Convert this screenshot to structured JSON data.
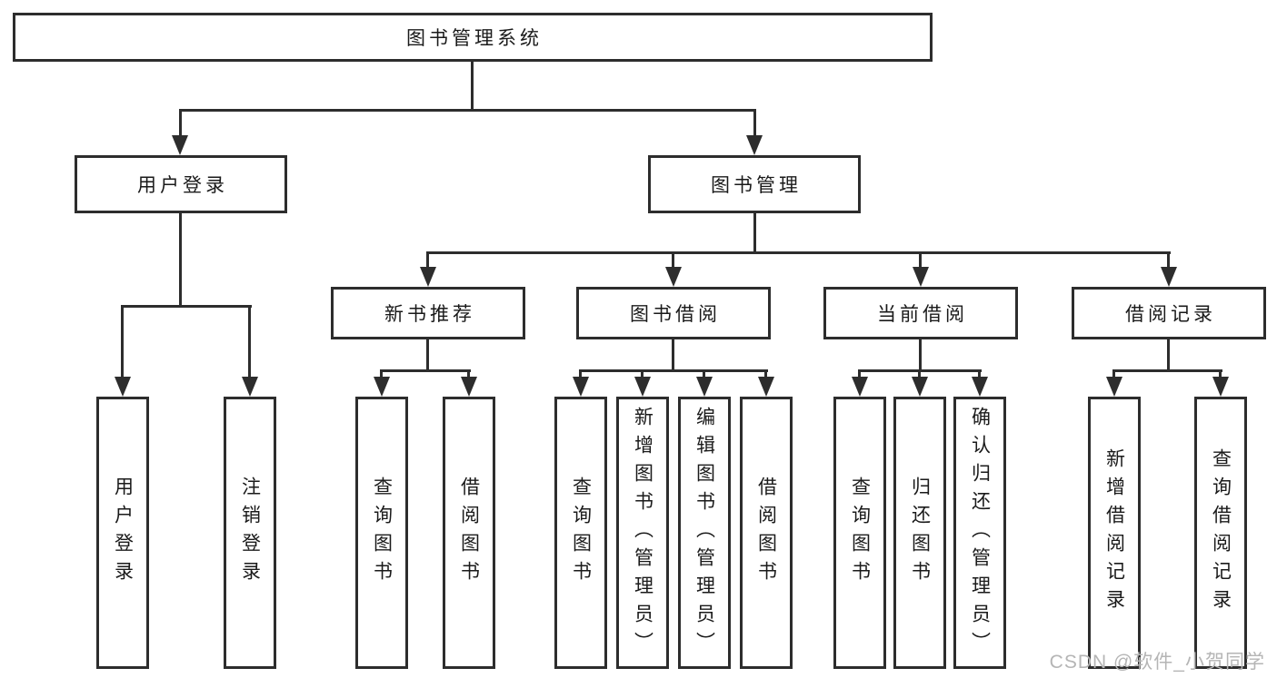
{
  "diagram": {
    "title": "图书管理系统",
    "level2": {
      "user_login": "用户登录",
      "book_management": "图书管理"
    },
    "level3": {
      "new_book_recommend": "新书推荐",
      "book_borrow": "图书借阅",
      "current_borrow": "当前借阅",
      "borrow_record": "借阅记录"
    },
    "leaves": {
      "user_login": [
        "用户登录",
        "注销登录"
      ],
      "new_book_recommend": [
        "查询图书",
        "借阅图书"
      ],
      "book_borrow": [
        "查询图书",
        "新增图书（管理员）",
        "编辑图书（管理员）",
        "借阅图书"
      ],
      "current_borrow": [
        "查询图书",
        "归还图书",
        "确认归还（管理员）"
      ],
      "borrow_record": [
        "新增借阅记录",
        "查询借阅记录"
      ]
    },
    "colors": {
      "line": "#2d2d2d",
      "text": "#1a1a1a",
      "background": "#ffffff"
    }
  },
  "watermark": {
    "text": "CSDN @软件_小贺同学",
    "color": "#b5b5b5"
  }
}
